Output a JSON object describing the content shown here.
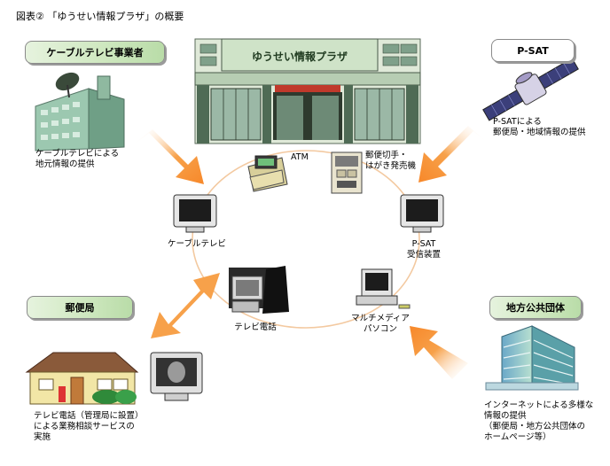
{
  "figure_title": "図表② 「ゆうせい情報プラザ」の概要",
  "plaza": {
    "sign": "ゆうせい情報プラザ",
    "atm_label": "ATM",
    "vending_label": "郵便切手・\nはがき発売機"
  },
  "boxes": {
    "cable": "ケーブルテレビ事業者",
    "psat": "P-SAT",
    "post_office": "郵便局",
    "local_gov": "地方公共団体"
  },
  "descriptions": {
    "cable": "ケーブルテレビによる\n地元情報の提供",
    "psat": "P-SATによる\n郵便局・地域情報の提供",
    "post_office": "テレビ電話（管理局に設置）\nによる業務相談サービスの\n実施",
    "local_gov": "インターネットによる多様な\n情報の提供\n（郵便局・地方公共団体の\nホームページ等）"
  },
  "devices": {
    "cable_tv": "ケーブルテレビ",
    "psat_receiver": "P-SAT\n受信装置",
    "tv_phone": "テレビ電話",
    "pc": "マルチメディア\nパソコン"
  },
  "colors": {
    "box_fill": "#cfe8c0",
    "arrow": "#f7a14a",
    "ring": "#f3c9a0",
    "building": "#8fbf8f"
  },
  "icons": [
    "satellite-dish-building-icon",
    "satellite-icon",
    "post-office-building-icon",
    "office-building-icon",
    "monitor-icon",
    "tv-phone-icon",
    "computer-icon",
    "atm-icon",
    "vending-machine-icon"
  ]
}
